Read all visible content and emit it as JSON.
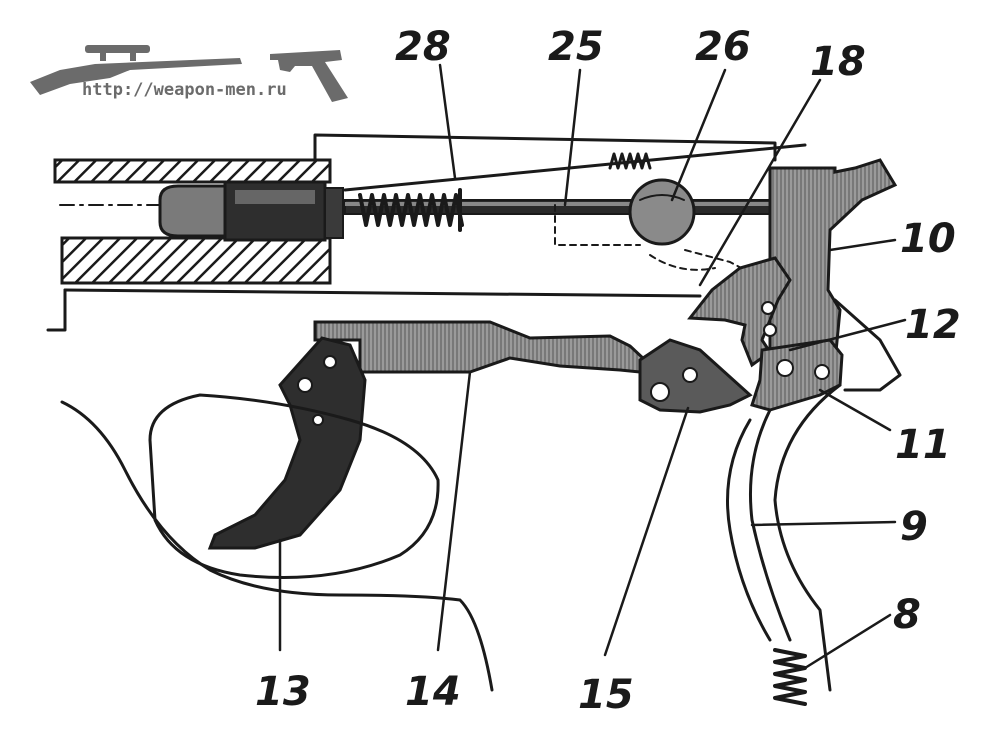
{
  "watermark": {
    "url": "http://weapon-men.ru",
    "rifle_icon": "rifle-silhouette-icon",
    "pistol_icon": "pistol-silhouette-icon",
    "color": "#6b6b6b"
  },
  "labels": {
    "l28": "28",
    "l25": "25",
    "l26": "26",
    "l18": "18",
    "l10": "10",
    "l12": "12",
    "l11": "11",
    "l9": "9",
    "l8": "8",
    "l13": "13",
    "l14": "14",
    "l15": "15"
  },
  "colors": {
    "ink": "#1a1a1a",
    "shade": "#8c8c8c",
    "paper": "#ffffff"
  }
}
